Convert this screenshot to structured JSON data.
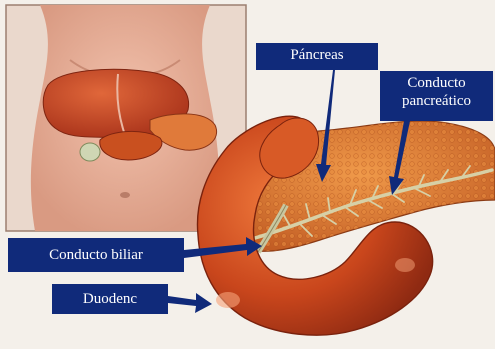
{
  "labels": {
    "pancreas": "Páncreas",
    "conducto_pancreatico_line1": "Conducto",
    "conducto_pancreatico_line2": "pancreático",
    "conducto_biliar": "Conducto biliar",
    "duodeno": "Duodenc"
  },
  "colors": {
    "label_bg": "#102a7a",
    "label_text": "#ffffff",
    "organ_red": "#c2451c",
    "pancreas_orange": "#d8742c",
    "skin": "#e9b199",
    "background": "#f4f0ea"
  }
}
